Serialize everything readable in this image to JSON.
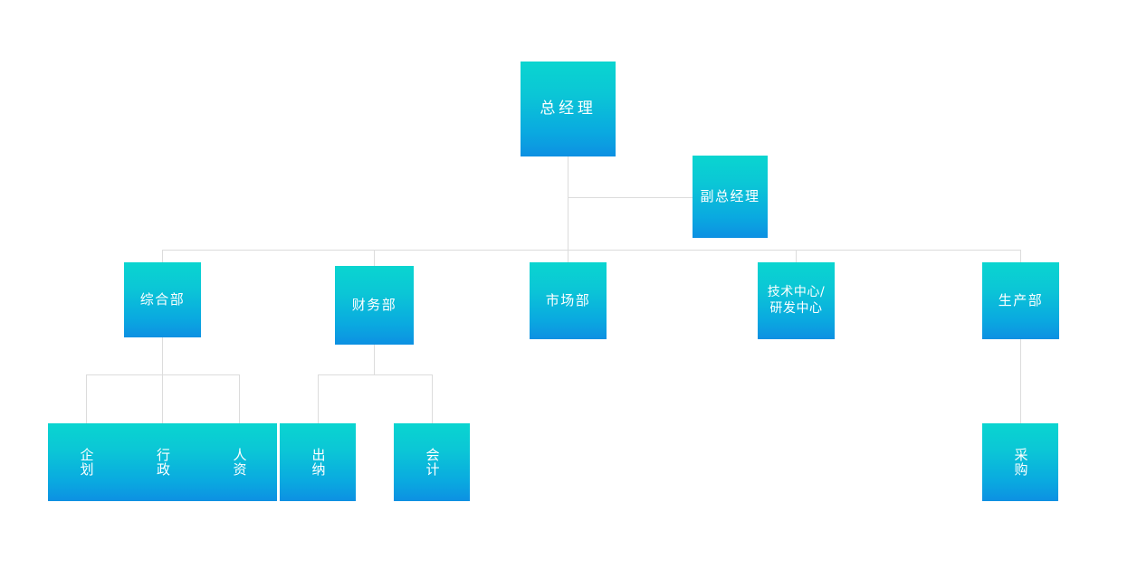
{
  "chart_data": {
    "type": "diagram",
    "title": "",
    "diagram_kind": "organization-chart",
    "orientation": "top-down",
    "levels": 4,
    "node_count": 13,
    "edge_count": 12,
    "nodes": [
      {
        "id": "gm",
        "label": "总经理",
        "level": 0
      },
      {
        "id": "deputy_gm",
        "label": "副总经理",
        "level": 1
      },
      {
        "id": "general",
        "label": "综合部",
        "level": 2
      },
      {
        "id": "finance",
        "label": "财务部",
        "level": 2
      },
      {
        "id": "market",
        "label": "市场部",
        "level": 2
      },
      {
        "id": "tech",
        "label": "技术中心/\n研发中心",
        "level": 2
      },
      {
        "id": "prod",
        "label": "生产部",
        "level": 2
      },
      {
        "id": "plan",
        "label": "企划",
        "level": 3
      },
      {
        "id": "admin",
        "label": "行政",
        "level": 3
      },
      {
        "id": "hr",
        "label": "人资",
        "level": 3
      },
      {
        "id": "cashier",
        "label": "出纳",
        "level": 3
      },
      {
        "id": "account",
        "label": "会计",
        "level": 3
      },
      {
        "id": "purchase",
        "label": "采购",
        "level": 3
      }
    ],
    "edges": [
      {
        "from": "gm",
        "to": "deputy_gm"
      },
      {
        "from": "gm",
        "to": "general"
      },
      {
        "from": "gm",
        "to": "finance"
      },
      {
        "from": "gm",
        "to": "market"
      },
      {
        "from": "gm",
        "to": "tech"
      },
      {
        "from": "gm",
        "to": "prod"
      },
      {
        "from": "general",
        "to": "plan"
      },
      {
        "from": "general",
        "to": "admin"
      },
      {
        "from": "general",
        "to": "hr"
      },
      {
        "from": "finance",
        "to": "cashier"
      },
      {
        "from": "finance",
        "to": "account"
      },
      {
        "from": "prod",
        "to": "purchase"
      }
    ]
  },
  "colors": {
    "gradient_top": "#0AD5D0",
    "gradient_bottom": "#0D90E2",
    "connector": "#DCDCDC",
    "label_text": "#FFFFFF",
    "background": "#FFFFFF"
  },
  "nodes": {
    "gm": "总经理",
    "deputy_gm": "副总经理",
    "general": "综合部",
    "finance": "财务部",
    "market": "市场部",
    "tech": "技术中心/\n研发中心",
    "prod": "生产部",
    "plan": "企划",
    "admin": "行政",
    "hr": "人资",
    "cashier": "出纳",
    "account": "会计",
    "purchase": "采购"
  }
}
